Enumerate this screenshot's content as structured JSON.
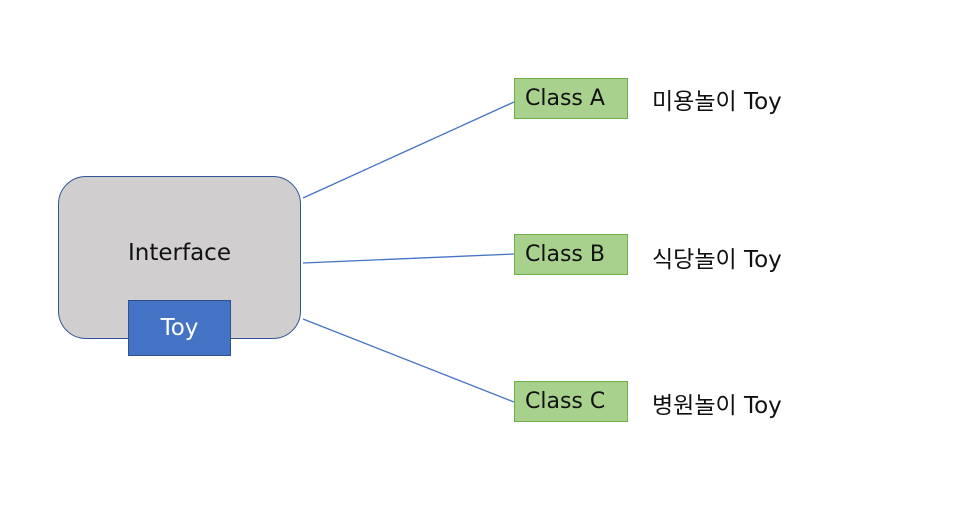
{
  "interface": {
    "label": "Interface",
    "inner_label": "Toy"
  },
  "classes": [
    {
      "name": "Class A",
      "description": "미용놀이 Toy"
    },
    {
      "name": "Class B",
      "description": "식당놀이 Toy"
    },
    {
      "name": "Class C",
      "description": "병원놀이 Toy"
    }
  ],
  "colors": {
    "interface_fill": "#d0cece",
    "interface_border": "#2f5597",
    "toy_fill": "#4472c4",
    "class_fill": "#a9d18e",
    "class_border": "#70ad47",
    "connector": "#4472c4"
  }
}
